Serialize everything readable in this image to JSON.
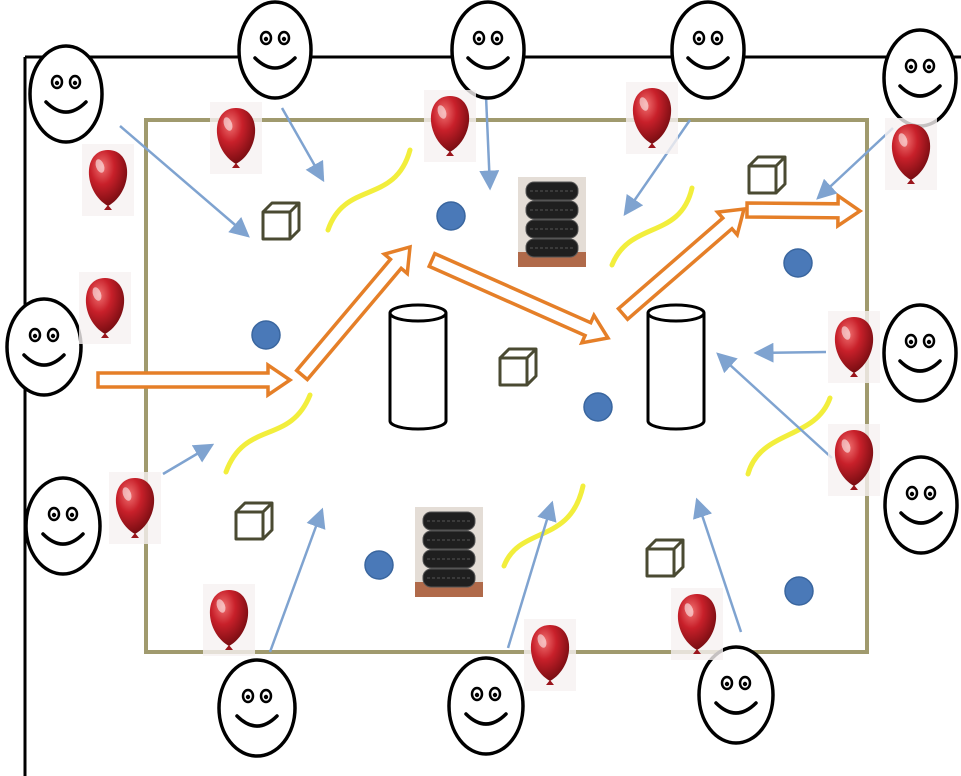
{
  "colors": {
    "background": "#ffffff",
    "outer_frame": "#000000",
    "arena_border": "#a09a6e",
    "orange_arrow": "#e57f28",
    "blue_arrow": "#7fa3d0",
    "yellow_curve": "#f2ee3c",
    "blue_dot": "#4a79b8",
    "balloon": "#c8202a",
    "cube_stroke": "#4a4a32",
    "tire": "#1f1f1f"
  },
  "icons": {
    "spectator": "smiley-face-icon",
    "balloon": "red-balloon-icon",
    "cube": "wireframe-cube-icon",
    "cylinder": "cylinder-obstacle-icon",
    "tire_stack": "tire-stack-icon",
    "dot": "blue-dot-marker",
    "curve": "yellow-curve-marker",
    "arrow_path": "orange-hollow-arrow",
    "arrow_pointer": "blue-pointer-arrow"
  }
}
